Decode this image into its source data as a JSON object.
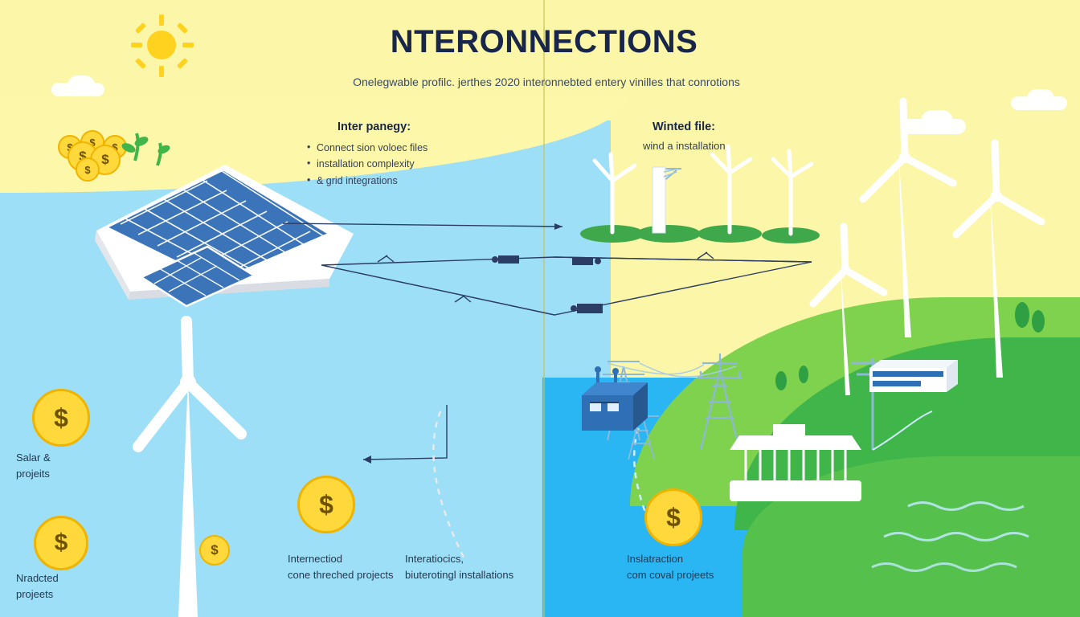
{
  "title": "NTERONNECTIONS",
  "subtitle": "Onelegwable profilc. jerthes 2020 interonnebted entery vinilles that conrotions",
  "columns": [
    {
      "heading": "Inter panegy:",
      "bullets": [
        "Connect sion voloec files",
        "installation complexity",
        "& grid integrations"
      ]
    },
    {
      "heading": "Winted file:",
      "subtext": "wind a installation"
    }
  ],
  "legend": [
    {
      "id": "solar-projects",
      "line1": "Salar &",
      "line2": "projeits"
    },
    {
      "id": "nradcted-projects",
      "line1": "Nradcted",
      "line2": "projeets"
    },
    {
      "id": "interconnected-projects",
      "line1": "Internectiod",
      "line2": "cone threched projects"
    },
    {
      "id": "interactiocics",
      "line1": "Interatiocics,",
      "line2": "biuterotingl installations"
    },
    {
      "id": "installation-coval",
      "line1": "Inslatraction",
      "line2": "com coval projeets"
    }
  ],
  "icons": {
    "sun": "sun-icon",
    "coin": "dollar-coin-icon",
    "solar_panel": "solar-panel-icon",
    "wind_turbine": "wind-turbine-icon",
    "pylon": "transmission-tower-icon",
    "substation": "substation-icon",
    "cloud": "cloud-icon",
    "arrow": "arrow-icon"
  },
  "colors": {
    "sky": "#fdf7a9",
    "water_light": "#9ddff7",
    "water_deep": "#29b6f2",
    "hill_light": "#7fd24e",
    "hill_dark": "#3fb54a",
    "coin": "#ffd93b",
    "coin_edge": "#f0b400",
    "text_dark": "#17264a",
    "panel_blue": "#2f6fb5"
  }
}
